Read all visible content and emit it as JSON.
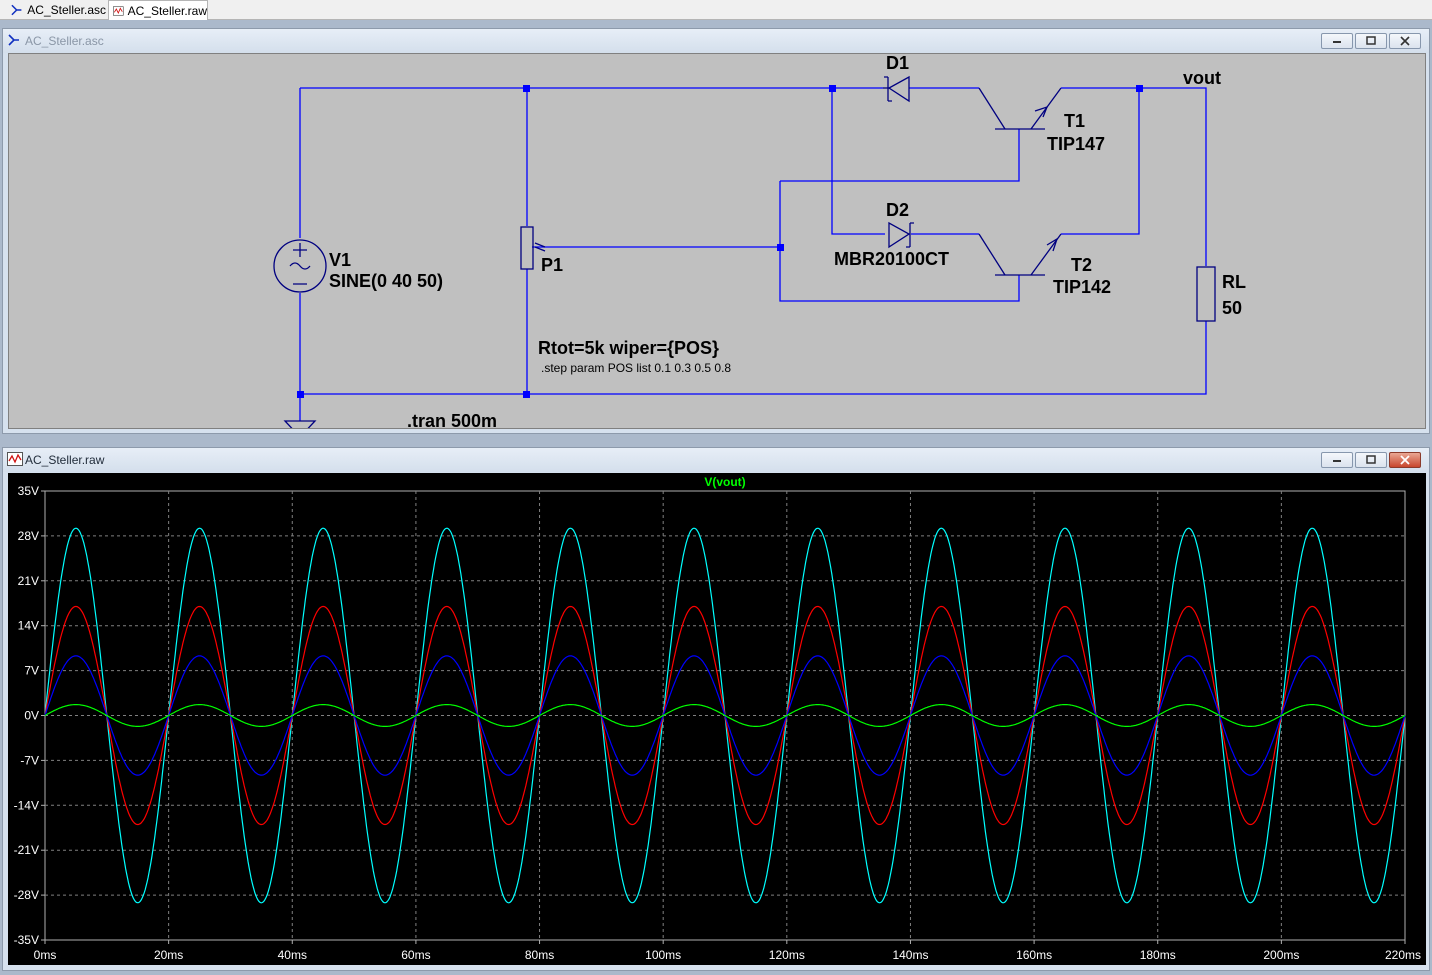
{
  "tabs": [
    {
      "label": "AC_Steller.asc",
      "icon": "schematic-icon"
    },
    {
      "label": "AC_Steller.raw",
      "icon": "waveform-icon"
    }
  ],
  "schematic_window": {
    "title": "AC_Steller.asc",
    "labels": {
      "d1": "D1",
      "d2": "D2",
      "d2_model": "MBR20100CT",
      "t1": "T1",
      "t1_model": "TIP147",
      "t2": "T2",
      "t2_model": "TIP142",
      "vout": "vout",
      "v1": "V1",
      "v1_value": "SINE(0 40 50)",
      "p1": "P1",
      "rl": "RL",
      "rl_value": "50",
      "p1_params": "Rtot=5k wiper={POS}",
      "step_directive": ".step param POS list 0.1 0.3 0.5 0.8",
      "tran_directive": ".tran 500m"
    },
    "colors": {
      "background": "#c0c0c0",
      "wire": "#0000ff",
      "component": "#000080"
    }
  },
  "waveform_window": {
    "title": "AC_Steller.raw",
    "trace_label": "V(vout)",
    "colors": {
      "background": "#000000",
      "grid": "#808080",
      "trace_label": "#00ff00"
    }
  },
  "chart_data": {
    "type": "line",
    "title": "V(vout)",
    "xlabel": "",
    "ylabel": "",
    "xlim": [
      0,
      220
    ],
    "ylim": [
      -35,
      35
    ],
    "x_unit": "ms",
    "y_unit": "V",
    "x_ticks": [
      "0ms",
      "20ms",
      "40ms",
      "60ms",
      "80ms",
      "100ms",
      "120ms",
      "140ms",
      "160ms",
      "180ms",
      "200ms",
      "220ms"
    ],
    "y_ticks": [
      "35V",
      "28V",
      "21V",
      "14V",
      "7V",
      "0V",
      "-7V",
      "-14V",
      "-21V",
      "-28V",
      "-35V"
    ],
    "grid": true,
    "frequency_hz": 50,
    "series": [
      {
        "color": "#00ffff",
        "amplitude": 29.2
      },
      {
        "color": "#ff0000",
        "amplitude": 17.0
      },
      {
        "color": "#0000ff",
        "amplitude": 9.3
      },
      {
        "color": "#00ff00",
        "amplitude": 1.7
      }
    ]
  }
}
